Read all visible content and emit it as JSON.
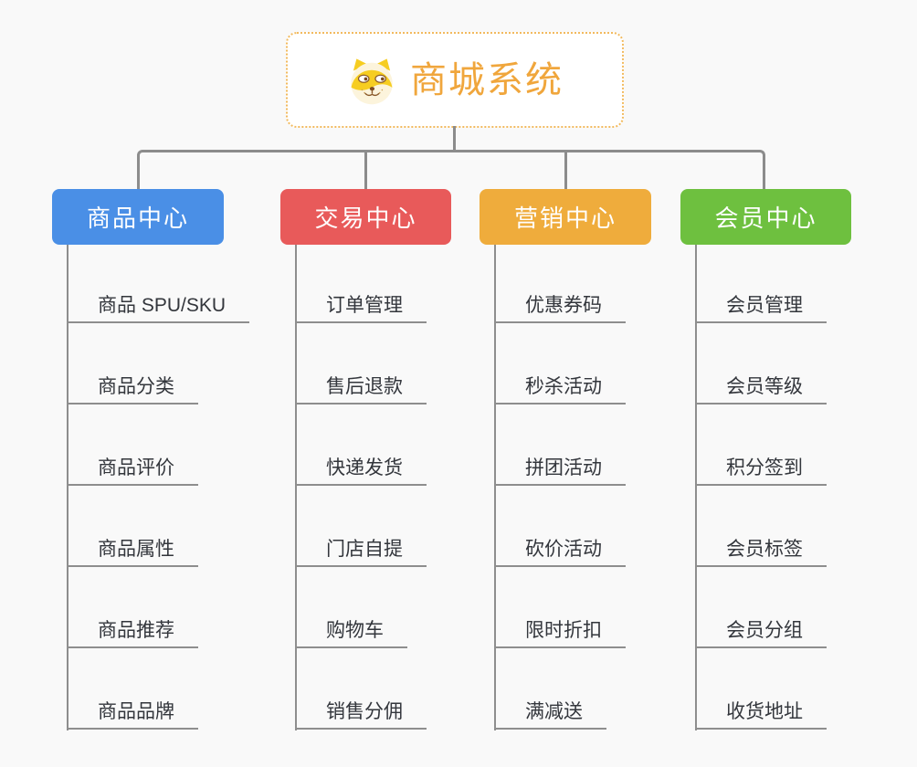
{
  "root": {
    "title": "商城系统",
    "title_color": "#F0A63C",
    "icon": "doge-icon",
    "border_color": "#F2BA5E"
  },
  "connector_color": "#8C8C8C",
  "branches": [
    {
      "label": "商品中心",
      "color": "#4A8FE6",
      "items": [
        "商品 SPU/SKU",
        "商品分类",
        "商品评价",
        "商品属性",
        "商品推荐",
        "商品品牌"
      ]
    },
    {
      "label": "交易中心",
      "color": "#E85A5A",
      "items": [
        "订单管理",
        "售后退款",
        "快递发货",
        "门店自提",
        "购物车",
        "销售分佣"
      ]
    },
    {
      "label": "营销中心",
      "color": "#EFAC3C",
      "items": [
        "优惠券码",
        "秒杀活动",
        "拼团活动",
        "砍价活动",
        "限时折扣",
        "满减送"
      ]
    },
    {
      "label": "会员中心",
      "color": "#6EC03F",
      "items": [
        "会员管理",
        "会员等级",
        "积分签到",
        "会员标签",
        "会员分组",
        "收货地址"
      ]
    }
  ]
}
